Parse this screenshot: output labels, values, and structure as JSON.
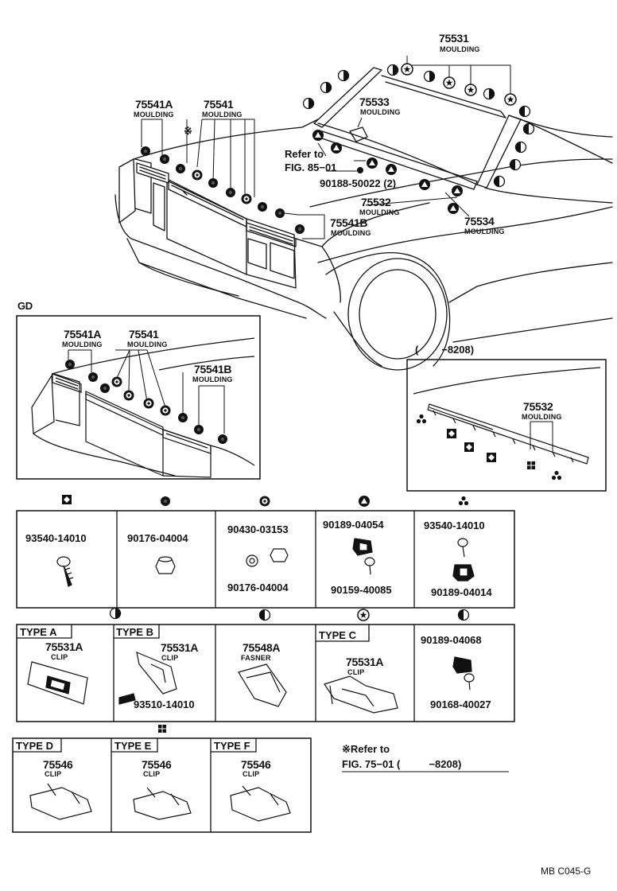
{
  "diagram": {
    "code": "MB C045-G",
    "main": {
      "mouldings": [
        {
          "part": "75531",
          "name": "MOULDING"
        },
        {
          "part": "75533",
          "name": "MOULDING"
        },
        {
          "part": "75541A",
          "name": "MOULDING"
        },
        {
          "part": "75541",
          "name": "MOULDING"
        },
        {
          "part": "75541B",
          "name": "MOULDING"
        },
        {
          "part": "75532",
          "name": "MOULDING"
        },
        {
          "part": "75534",
          "name": "MOULDING"
        }
      ],
      "asterisk": "※",
      "refer_line1": "Refer to",
      "refer_line2": "FIG. 85−01",
      "bolt": "90188-50022 (2)"
    },
    "gd": {
      "label": "GD",
      "mouldings": [
        {
          "part": "75541A",
          "name": "MOULDING"
        },
        {
          "part": "75541",
          "name": "MOULDING"
        },
        {
          "part": "75541B",
          "name": "MOULDING"
        }
      ]
    },
    "inset": {
      "label": "(        −8208)",
      "part": "75532",
      "name": "MOULDING"
    },
    "fasteners_row1": [
      {
        "symbol": "diamond-square",
        "parts": [
          "93540-14010"
        ]
      },
      {
        "symbol": "filled-circle",
        "parts": [
          "90176-04004"
        ]
      },
      {
        "symbol": "ring-circle",
        "parts": [
          "90430-03153",
          "90176-04004"
        ]
      },
      {
        "symbol": "triangle-circle",
        "parts": [
          "90189-04054",
          "90159-40085"
        ]
      },
      {
        "symbol": "three-dots",
        "parts": [
          "93540-14010",
          "90189-04014"
        ]
      }
    ],
    "fasteners_row2": [
      {
        "type": "TYPE A",
        "part": "75531A",
        "name": "CLIP"
      },
      {
        "type": "TYPE B",
        "part": "75531A",
        "name": "CLIP",
        "extra": "93510-14010"
      },
      {
        "type": "",
        "part": "75548A",
        "name": "FASNER"
      },
      {
        "type": "TYPE C",
        "part": "75531A",
        "name": "CLIP"
      },
      {
        "type": "",
        "part": "90189-04068",
        "extra": "90168-40027"
      }
    ],
    "fasteners_row3": [
      {
        "type": "TYPE D",
        "part": "75546",
        "name": "CLIP"
      },
      {
        "type": "TYPE E",
        "part": "75546",
        "name": "CLIP"
      },
      {
        "type": "TYPE F",
        "part": "75546",
        "name": "CLIP"
      }
    ],
    "note": {
      "line1": "※Refer to",
      "line2": "FIG. 75−01 (          −8208)"
    }
  }
}
